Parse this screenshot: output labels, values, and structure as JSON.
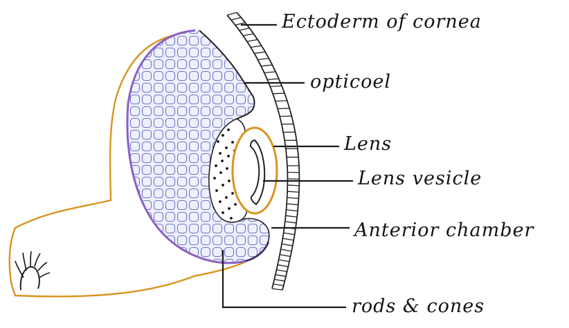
{
  "diagram": {
    "labels": {
      "ectoderm": "Ectoderm of cornea",
      "opticoel": "opticoel",
      "lens": "Lens",
      "lens_vesicle": "Lens vesicle",
      "anterior_chamber": "Anterior chamber",
      "rods_cones": "rods & cones"
    },
    "colors": {
      "outline": "#d9931f",
      "retina_fill": "#e8eaf8",
      "retina_cells": "#6d74c9",
      "retina_edge": "#8a5fc4",
      "ink": "#141414"
    }
  }
}
